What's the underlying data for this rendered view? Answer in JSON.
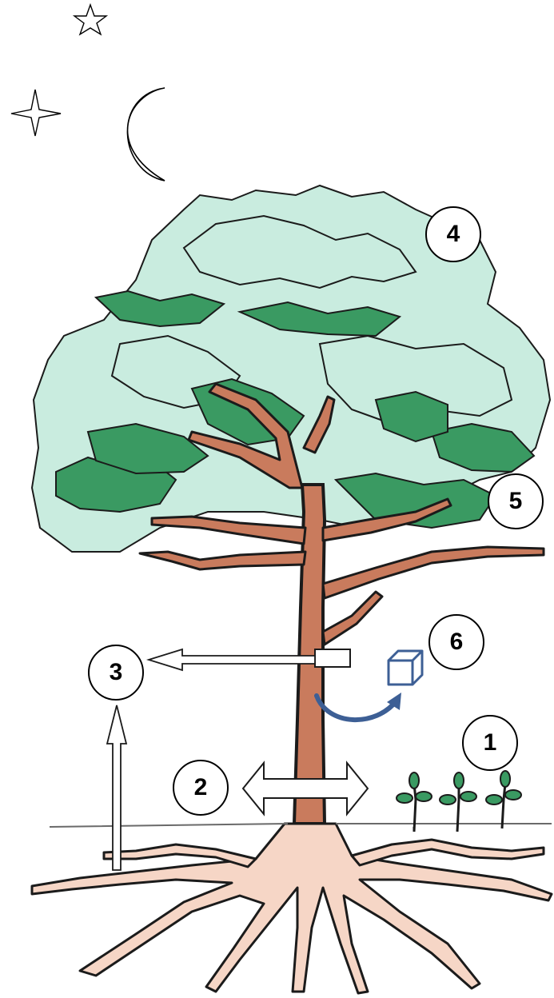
{
  "labels": {
    "one": "1",
    "two": "2",
    "three": "3",
    "four": "4",
    "five": "5",
    "six": "6"
  },
  "colors": {
    "foliage_light": "#c9ecdf",
    "foliage_dark": "#3a9a62",
    "trunk": "#c97b5d",
    "roots": "#f6d6c6",
    "cube_arrow": "#3d5f95",
    "ground_line": "#6a6a6a"
  },
  "icons": [
    "star-icon",
    "four-point-star-icon",
    "crescent-moon-icon",
    "cube-icon"
  ]
}
